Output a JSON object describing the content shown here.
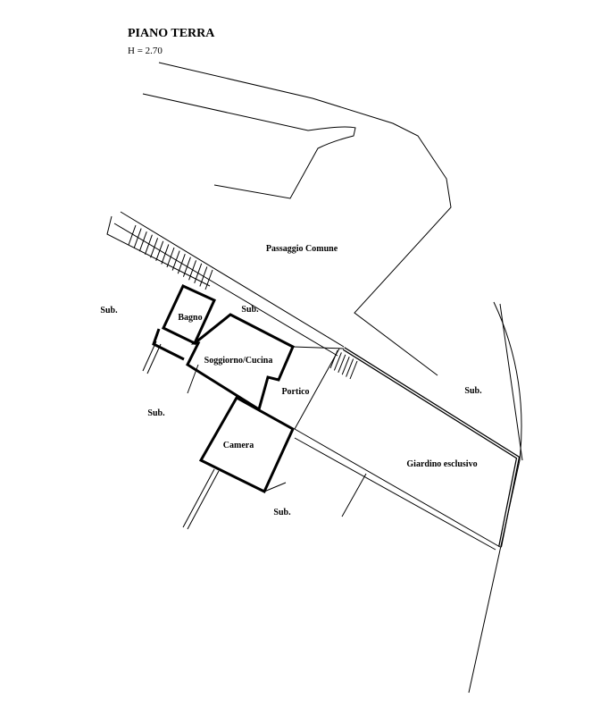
{
  "header": {
    "title": "PIANO TERRA",
    "height": "H = 2.70"
  },
  "labels": {
    "passaggio": "Passaggio Comune",
    "sub_left": "Sub.",
    "bagno": "Bagno",
    "sub_top": "Sub.",
    "soggiorno": "Soggiorno/Cucina",
    "portico": "Portico",
    "sub_right": "Sub.",
    "sub_mid_left": "Sub.",
    "camera": "Camera",
    "giardino": "Giardino esclusivo",
    "sub_bottom": "Sub."
  }
}
